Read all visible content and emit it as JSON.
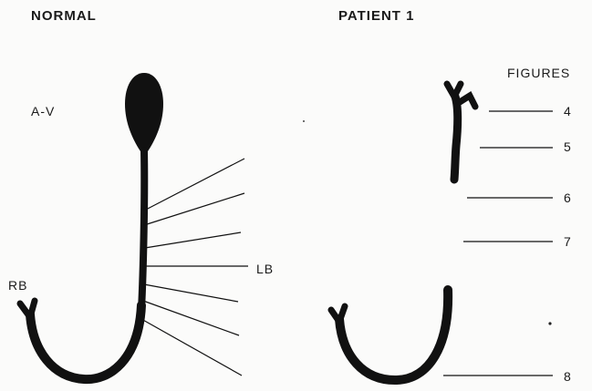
{
  "headings": {
    "normal": "NORMAL",
    "patient": "PATIENT 1"
  },
  "labels": {
    "av": "A-V",
    "rb": "RB",
    "lb": "LB",
    "figures": "FIGURES"
  },
  "figure_numbers": [
    "4",
    "5",
    "6",
    "7",
    "8"
  ]
}
